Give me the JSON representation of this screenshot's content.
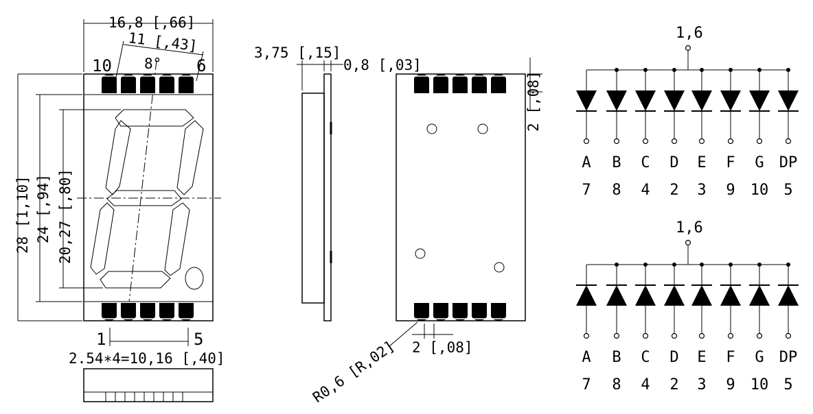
{
  "front_view": {
    "width_dim": "16,8 [,66]",
    "pin_span_dim": "11 [,43]",
    "slant_dim": "8°",
    "height_dim": "28 [1,10]",
    "body_height_dim": "24 [,94]",
    "digit_height_dim": "20,27 [,80]",
    "pin_top_left": "10",
    "pin_top_right": "6",
    "pin_bottom_left": "1",
    "pin_bottom_right": "5",
    "pitch_dim": "2.54∗4=10,16 [,40]"
  },
  "side_view": {
    "thickness_dim": "3,75 [,15]",
    "lead_dim": "0,8 [,03]"
  },
  "back_view": {
    "pad_height_dim": "2 [,08]",
    "pad_width_dim": "2 [,08]",
    "radius_dim": "R0,6 [R,02]"
  },
  "schematic": {
    "common_pin": "1,6",
    "segments": [
      "A",
      "B",
      "C",
      "D",
      "E",
      "F",
      "G",
      "DP"
    ],
    "pins": [
      "7",
      "8",
      "4",
      "2",
      "3",
      "9",
      "10",
      "5"
    ]
  }
}
